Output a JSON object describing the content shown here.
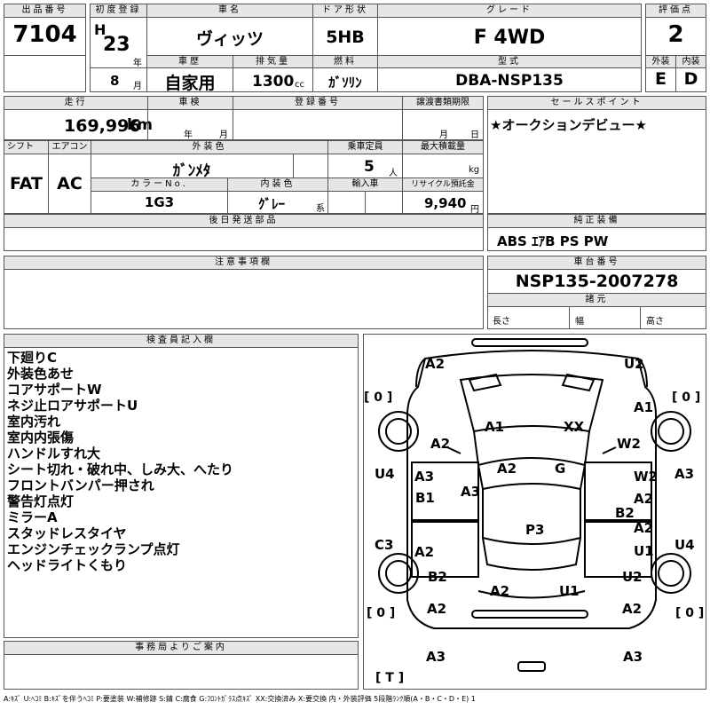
{
  "header": {
    "lot_label": "出品番号",
    "lot_number": "7104",
    "first_reg_label": "初度登録",
    "era_letter": "H",
    "year": "23",
    "year_unit": "年",
    "month": "8",
    "month_unit": "月",
    "car_name_label": "車名",
    "car_name": "ヴィッツ",
    "door_label": "ドア形状",
    "door": "5HB",
    "grade_label": "グレード",
    "grade": "F 4WD",
    "score_label": "評価点",
    "score": "2",
    "history_label": "車歴",
    "history": "自家用",
    "displacement_label": "排気量",
    "displacement": "1300",
    "displacement_unit": "cc",
    "fuel_label": "燃料",
    "fuel": "ｶﾞｿﾘﾝ",
    "model_label": "型式",
    "model": "DBA-NSP135",
    "ext_label": "外装",
    "ext_grade": "E",
    "int_label": "内装",
    "int_grade": "D"
  },
  "row2": {
    "mileage_label": "走行",
    "mileage": "169,996",
    "mileage_unit": "km",
    "inspection_label": "車検",
    "insp_year_unit": "年",
    "insp_month_unit": "月",
    "regno_label": "登録番号",
    "transfer_label": "譲渡書類期限",
    "transfer_month_unit": "月",
    "transfer_day_unit": "日",
    "sales_label": "セールスポイント",
    "sales_text": "★オークションデビュー★"
  },
  "row3": {
    "shift_label": "シフト",
    "shift": "FAT",
    "ac_label": "エアコン",
    "ac": "AC",
    "color_label": "外装色",
    "color": "ｶﾞﾝﾒﾀ",
    "capacity_label": "乗車定員",
    "capacity": "5",
    "capacity_unit": "人",
    "load_label": "最大積載量",
    "load_unit": "kg",
    "color_no_label": "カラーNo.",
    "color_no": "1G3",
    "interior_label": "内装色",
    "interior": "ｸﾞﾚｰ",
    "interior_unit": "系",
    "import_label": "輸入車",
    "recycle_label": "リサイクル預託金",
    "recycle": "9,940",
    "recycle_unit": "円"
  },
  "later_parts": {
    "label": "後日発送部品"
  },
  "equipment": {
    "label": "純正装備",
    "value": "ABS ｴｱB PS PW"
  },
  "notes": {
    "label": "注意事項欄"
  },
  "chassis": {
    "label": "車台番号",
    "value": "NSP135-2007278",
    "specs_label": "諸元",
    "length_label": "長さ",
    "width_label": "幅",
    "height_label": "高さ"
  },
  "inspector": {
    "label": "検査員記入欄",
    "lines": [
      "下廻りC",
      "外装色あせ",
      "コアサポートW",
      "ネジ止ロアサポートU",
      "室内汚れ",
      "室内内張傷",
      "ハンドルすれ大",
      "シート切れ・破れ中、しみ大、へたり",
      "フロントバンパー押され",
      "警告灯点灯",
      "ミラーA",
      "スタッドレスタイヤ",
      "エンジンチェックランプ点灯",
      "ヘッドライトくもり"
    ]
  },
  "office": {
    "label": "事務局よりご案内"
  },
  "diagram": {
    "tire_fl": "[ 0 ]",
    "tire_fr": "[ 0 ]",
    "tire_rl": "[ 0 ]",
    "tire_rr": "[ 0 ]",
    "tire_spare": "[ T ]",
    "marks": {
      "front_bumper_l": "A2",
      "front_bumper_r": "U2",
      "hood_l": "A1",
      "hood_r": "XX",
      "fender_fl": "A2",
      "fender_fr": "A1",
      "windshield_l": "A2",
      "windshield_r": "G",
      "front_door_r": "W2",
      "front_door_l": "A3",
      "sill_l": "B1",
      "pillar_l": "A3",
      "left_edge": "U4",
      "right_edge": "A3",
      "door_r_top": "W2",
      "door_r_mid": "A2",
      "door_r_b": "B2",
      "roof": "P3",
      "rear_door_l_edge": "C3",
      "rear_door_l": "A2",
      "rear_door_r": "A2",
      "rear_door_r2": "U1",
      "right_edge2": "U4",
      "rear_quarter_l": "B2",
      "rear_quarter_r": "U2",
      "rear_glass_l": "A2",
      "rear_glass_r": "U1",
      "rear_fender_l": "A2",
      "rear_fender_r": "A2",
      "rear_bumper_l": "A3",
      "rear_bumper_r": "A3"
    }
  },
  "legend": "A:ｷｽﾞ U:ﾍｺﾐ B:ｷｽﾞを伴うﾍｺﾐ P:要塗装 W:補修跡 S:錆 C:腐食 G:ﾌﾛﾝﾄｶﾞﾗｽ点ｷｽﾞ XX:交換済み X:要交換 内・外装評価 5段階ﾗﾝｸ順(A・B・C・D・E) 1"
}
